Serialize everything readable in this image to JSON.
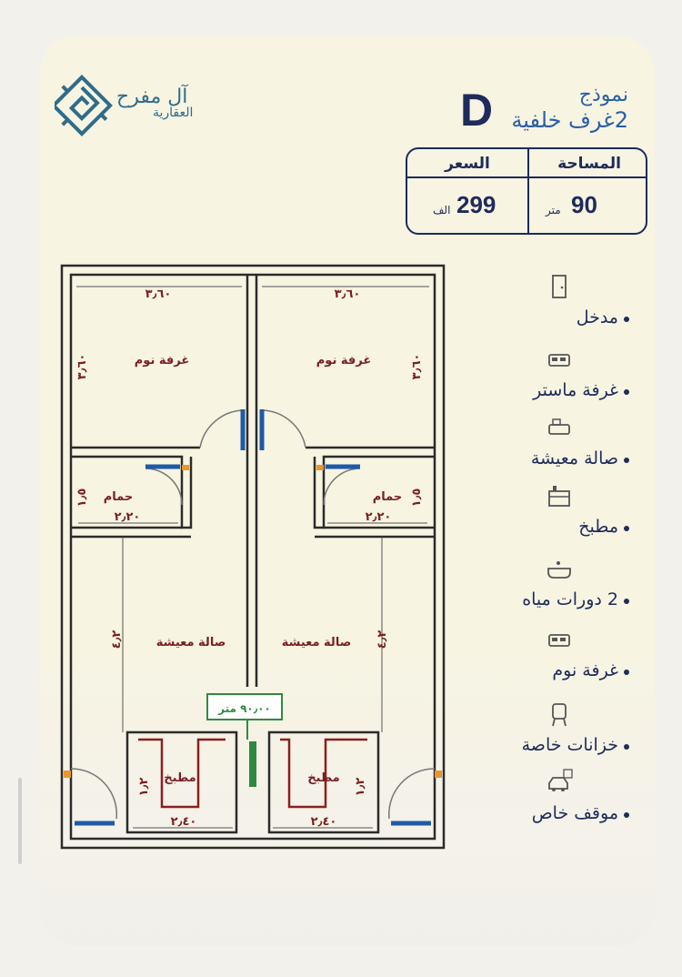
{
  "brand": {
    "name": "آل مفرح",
    "sub": "العقارية"
  },
  "model": {
    "label": "نموذج",
    "letter": "D",
    "subtitle": "2غرف خلفية"
  },
  "spec": {
    "area_label": "المساحة",
    "area_value": "90",
    "area_unit": "متر",
    "price_label": "السعر",
    "price_value": "299",
    "price_unit": "الف"
  },
  "plan": {
    "bedroom": "غرفة نوم",
    "bathroom": "حمام",
    "living": "صالة معيشة",
    "kitchen": "مطبخ",
    "dim_bedroom_w": "٣٫٦٠",
    "dim_bedroom_h": "٣٫٦٠",
    "dim_bath_w": "٢٫٢٠",
    "dim_bath_h": "١٫٥",
    "dim_kitchen_w": "٢٫٤٠",
    "dim_kitchen_h": "١٫٢",
    "dim_living_h": "٤٫٢",
    "total_area": "٩٠٫٠٠ متر"
  },
  "features": [
    {
      "label": "مدخل",
      "icon": "door-icon"
    },
    {
      "label": "غرفة ماستر",
      "icon": "bed-icon"
    },
    {
      "label": "صالة معيشة",
      "icon": "sofa-icon"
    },
    {
      "label": "مطبخ",
      "icon": "kitchen-icon"
    },
    {
      "label": "2 دورات مياه",
      "icon": "bathtub-icon"
    },
    {
      "label": "غرفة نوم",
      "icon": "bed-icon"
    },
    {
      "label": "خزانات خاصة",
      "icon": "water-tank-icon"
    },
    {
      "label": "موقف خاص",
      "icon": "parking-icon"
    }
  ],
  "colors": {
    "navy": "#1f2b5a",
    "blue": "#2a5fa8",
    "teal": "#2f6c8a",
    "room_text": "#7a1f1f",
    "wall": "#2b2b2b",
    "door": "#1e5aa8",
    "accent": "#e8962e",
    "green": "#2e8b3e"
  }
}
